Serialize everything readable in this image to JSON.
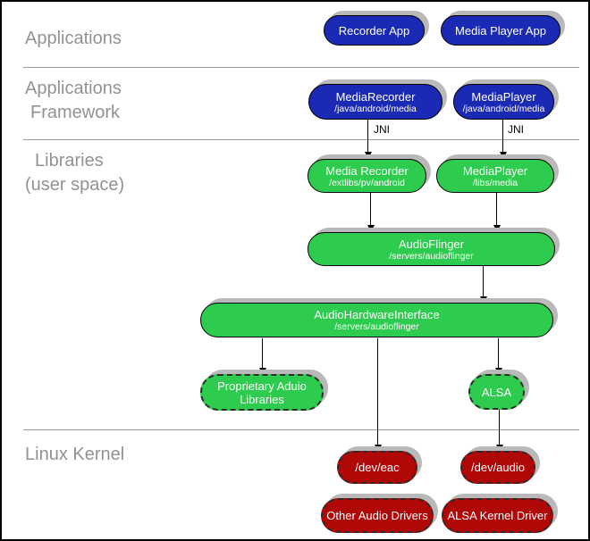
{
  "layers": {
    "applications": {
      "label": "Applications"
    },
    "framework": {
      "line1": "Applications",
      "line2": "Framework"
    },
    "libraries": {
      "line1": "Libraries",
      "line2": "(user space)"
    },
    "kernel": {
      "label": "Linux Kernel"
    }
  },
  "jni": {
    "left": "JNI",
    "right": "JNI"
  },
  "nodes": {
    "recorder_app": {
      "title": "Recorder App"
    },
    "media_player_app": {
      "title": "Media Player App"
    },
    "media_recorder_fw": {
      "title": "MediaRecorder",
      "subtitle": "/java/android/media"
    },
    "media_player_fw": {
      "title": "MediaPlayer",
      "subtitle": "/java/android/media"
    },
    "media_recorder_lib": {
      "title": "Media Recorder",
      "subtitle": "/extlibs/pv/android"
    },
    "media_player_lib": {
      "title": "MediaPlayer",
      "subtitle": "/libs/media"
    },
    "audioflinger": {
      "title": "AudioFlinger",
      "subtitle": "/servers/audioflinger"
    },
    "audio_hw_interface": {
      "title": "AudioHardwareInterface",
      "subtitle": "/servers/audioflinger"
    },
    "proprietary_audio": {
      "title": "Proprietary Aduio Libraries"
    },
    "alsa": {
      "title": "ALSA"
    },
    "dev_eac": {
      "title": "/dev/eac"
    },
    "dev_audio": {
      "title": "/dev/audio"
    },
    "other_audio_drivers": {
      "title": "Other Audio Drivers"
    },
    "alsa_kernel_driver": {
      "title": "ALSA Kernel Driver"
    }
  },
  "colors": {
    "app_blue": "#1b2ab4",
    "lib_green": "#2ecc4e",
    "kernel_red": "#b00707",
    "shadow_gray": "#b9b9b9",
    "label_gray": "#929292"
  }
}
